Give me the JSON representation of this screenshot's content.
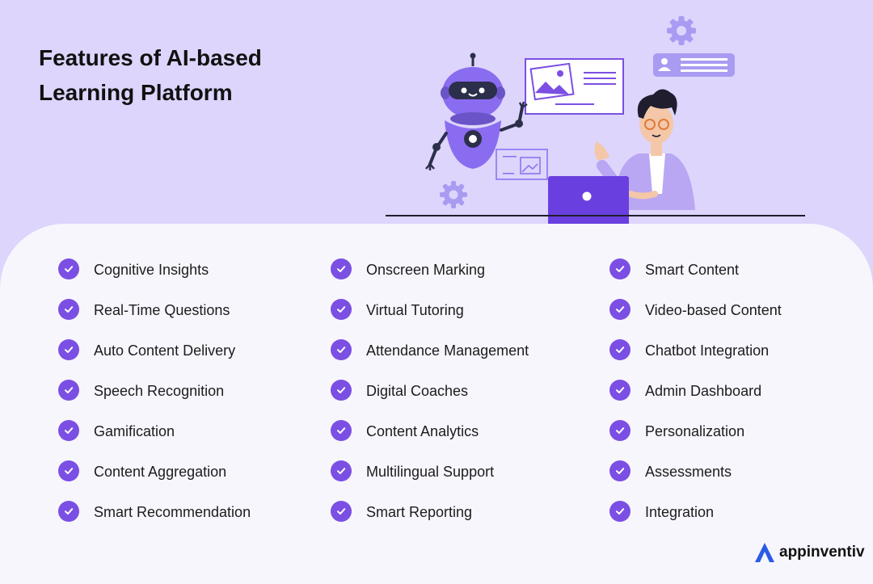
{
  "title": {
    "line1": "Features of AI-based",
    "line2": "Learning Platform"
  },
  "features": {
    "col1": [
      "Cognitive Insights",
      "Real-Time Questions",
      "Auto Content Delivery",
      "Speech Recognition",
      "Gamification",
      "Content Aggregation",
      "Smart Recommendation"
    ],
    "col2": [
      "Onscreen Marking",
      "Virtual Tutoring",
      "Attendance Management",
      "Digital Coaches",
      "Content Analytics",
      "Multilingual Support",
      "Smart Reporting"
    ],
    "col3": [
      "Smart Content",
      "Video-based Content",
      "Chatbot Integration",
      "Admin Dashboard",
      "Personalization",
      "Assessments",
      "Integration"
    ]
  },
  "brand": {
    "name": "appinventiv",
    "logo_icon": "appinventiv-logo-icon"
  },
  "colors": {
    "background": "#ddd5fc",
    "panel": "#f7f6fd",
    "accent": "#7b4fe3",
    "icon": "check-circle-icon"
  }
}
